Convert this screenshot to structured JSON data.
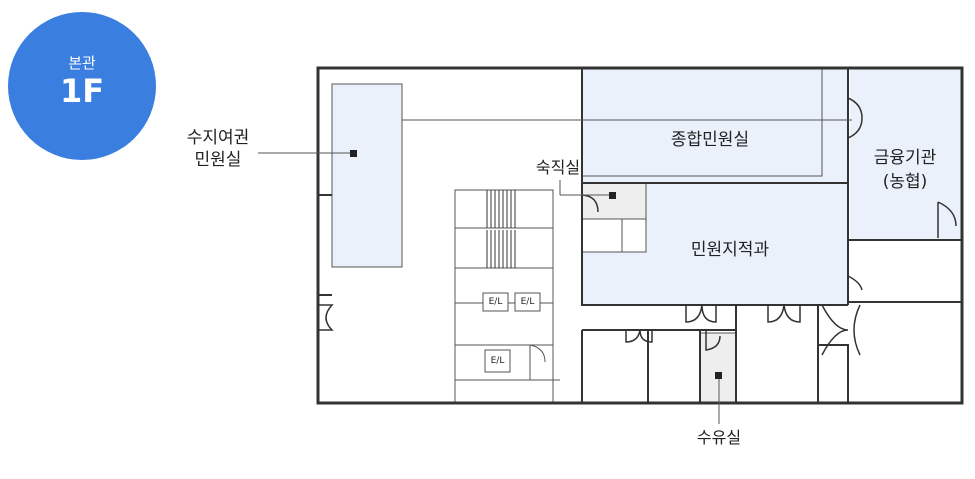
{
  "badge": {
    "building": "본관",
    "floor": "1F"
  },
  "rooms": {
    "passport": {
      "line1": "수지여권",
      "line2": "민원실"
    },
    "general_civil": "종합민원실",
    "finance": {
      "line1": "금융기관",
      "line2": "(농협)"
    },
    "night_duty": "숙직실",
    "land_registry": "민원지적과",
    "nursing": "수유실"
  },
  "elevators": [
    "E/L",
    "E/L",
    "E/L"
  ],
  "colors": {
    "badge": "#3a7ee0",
    "room_fill": "#eaf1fb",
    "small_room_fill": "#eeeeee",
    "wall": "#333333",
    "line": "#555555",
    "marker": "#222222"
  }
}
